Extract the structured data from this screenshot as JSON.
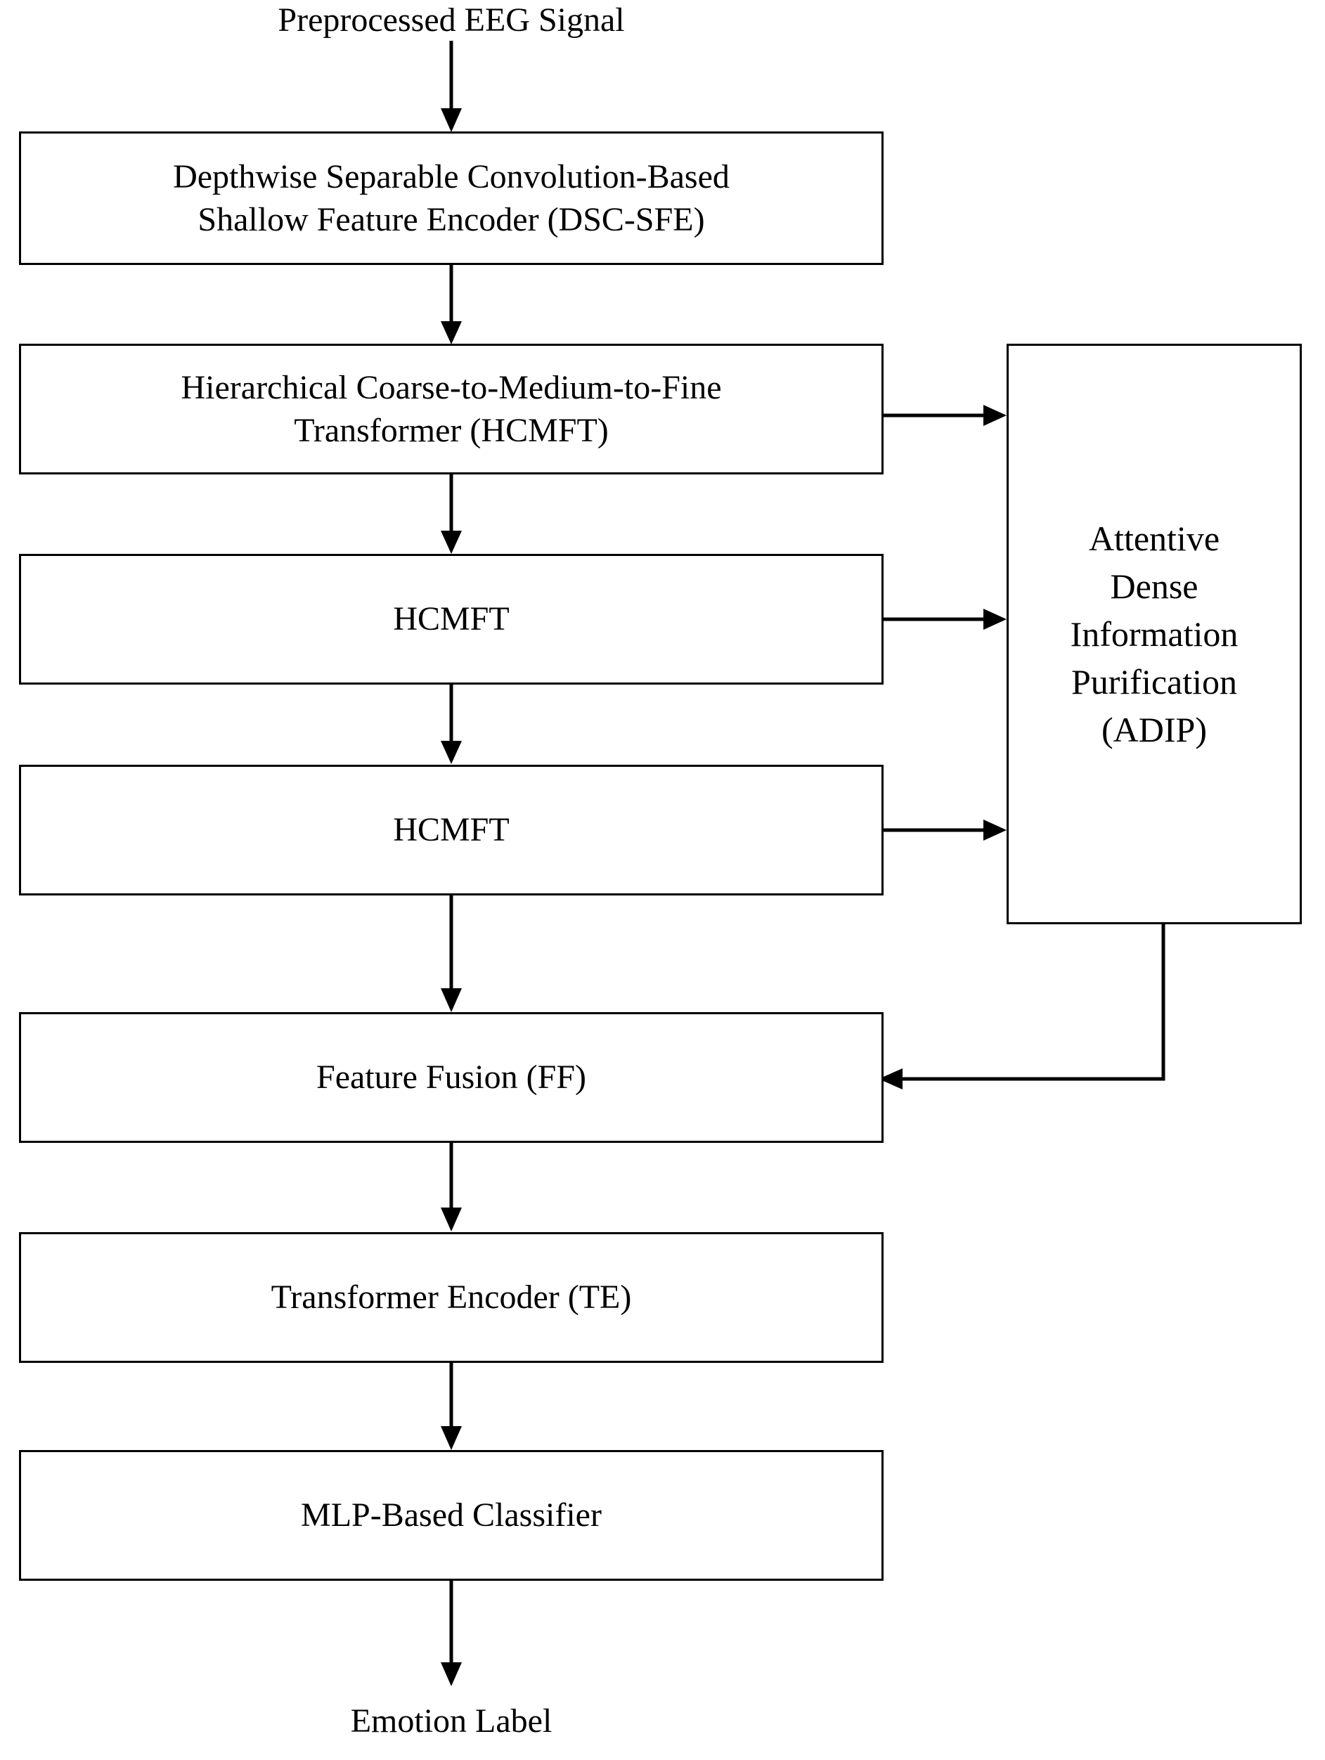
{
  "diagram": {
    "title_text": "Preprocessed EEG Signal",
    "output_text": "Emotion Label",
    "nodes": [
      {
        "id": "dsc_sfe",
        "label": "Depthwise Separable Convolution-Based\nShallow Feature Encoder (DSC-SFE)"
      },
      {
        "id": "hcmft_1",
        "label": "Hierarchical Coarse-to-Medium-to-Fine\nTransformer (HCMFT)"
      },
      {
        "id": "hcmft_2",
        "label": "HCMFT"
      },
      {
        "id": "hcmft_3",
        "label": "HCMFT"
      },
      {
        "id": "ff",
        "label": "Feature Fusion (FF)"
      },
      {
        "id": "te",
        "label": "Transformer Encoder (TE)"
      },
      {
        "id": "mlp",
        "label": "MLP-Based Classifier"
      },
      {
        "id": "adip",
        "label": "Attentive\nDense\nInformation\nPurification\n(ADIP)"
      }
    ],
    "edges": [
      {
        "from": "input-label",
        "to": "dsc_sfe"
      },
      {
        "from": "dsc_sfe",
        "to": "hcmft_1"
      },
      {
        "from": "hcmft_1",
        "to": "hcmft_2"
      },
      {
        "from": "hcmft_2",
        "to": "hcmft_3"
      },
      {
        "from": "hcmft_3",
        "to": "ff"
      },
      {
        "from": "ff",
        "to": "te"
      },
      {
        "from": "te",
        "to": "mlp"
      },
      {
        "from": "mlp",
        "to": "output-label"
      },
      {
        "from": "hcmft_1",
        "to": "adip"
      },
      {
        "from": "hcmft_2",
        "to": "adip"
      },
      {
        "from": "hcmft_3",
        "to": "adip"
      },
      {
        "from": "adip",
        "to": "ff"
      }
    ],
    "colors": {
      "stroke": "#000000",
      "fill": "#ffffff",
      "text": "#000000"
    }
  }
}
